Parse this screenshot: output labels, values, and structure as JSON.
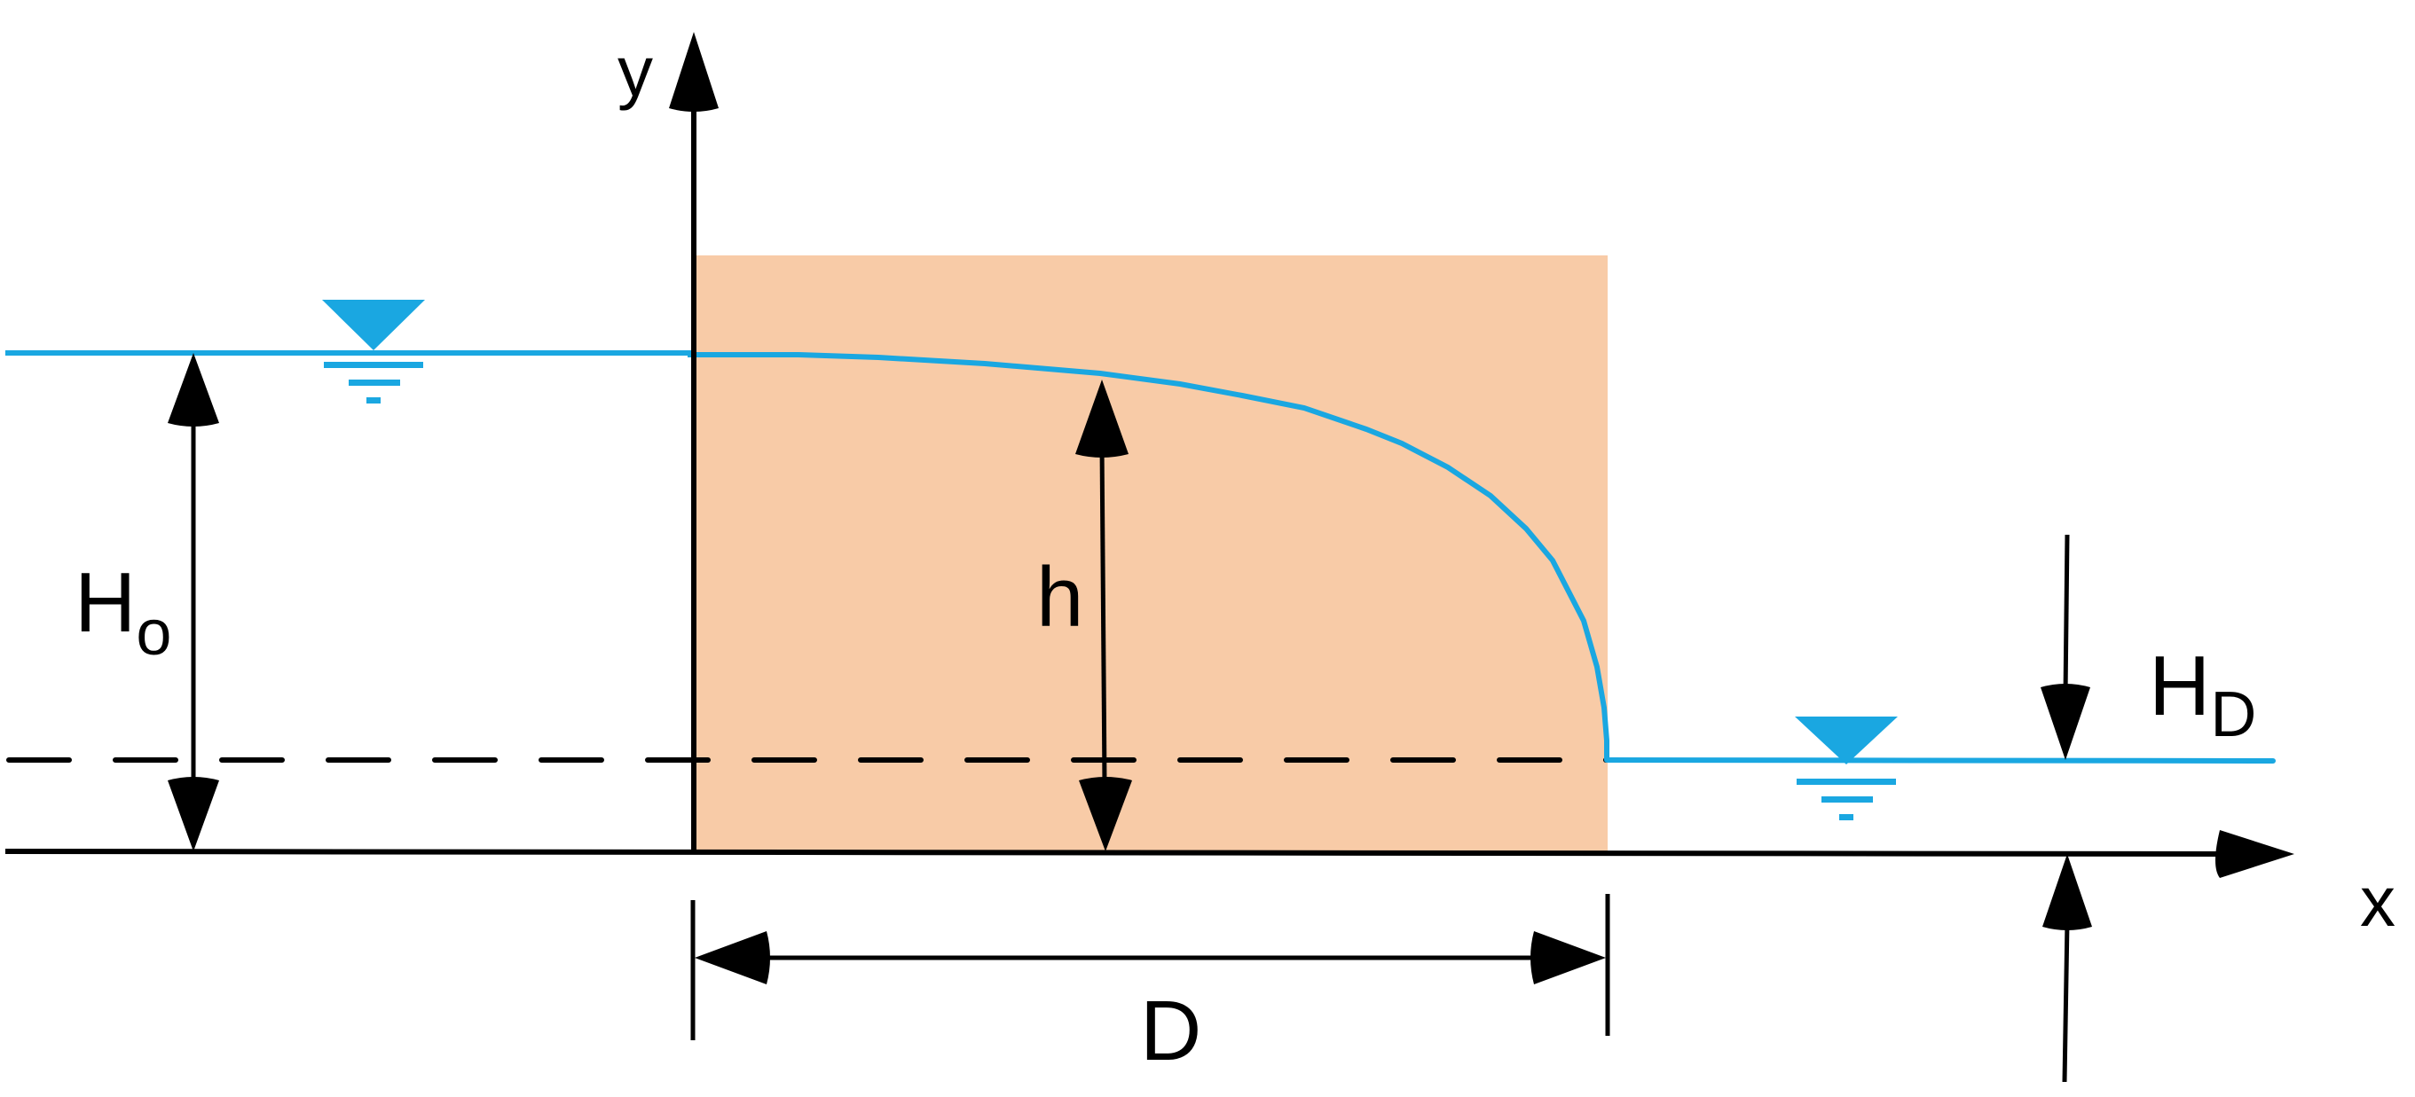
{
  "labels": {
    "y_axis": "y",
    "x_axis": "x",
    "h0_main": "H",
    "h0_sub": "o",
    "h": "h",
    "hd_main": "H",
    "hd_sub": "D",
    "d": "D"
  },
  "colors": {
    "water": "#1aa7e1",
    "embankment": "#f8cba7",
    "ink": "#000000"
  },
  "icons": {
    "upstream_water_surface": "water-surface-triangle-icon",
    "downstream_water_surface": "water-surface-triangle-icon"
  }
}
